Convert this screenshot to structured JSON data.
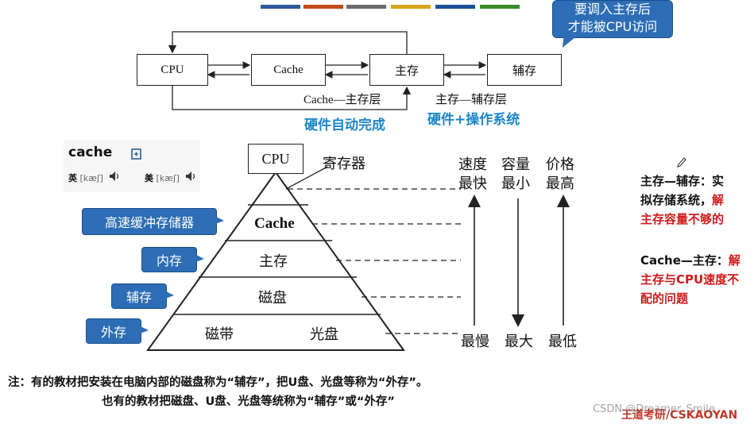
{
  "colorbar": [
    "#2b5c9a",
    "#c04a1a",
    "#6a6a6a",
    "#d9a21a",
    "#1f4f9a",
    "#3a8a2a"
  ],
  "callout_top": {
    "line1": "要调入主存后",
    "line2": "才能被CPU访问"
  },
  "top_diagram": {
    "boxes": {
      "cpu": "CPU",
      "cache": "Cache",
      "main": "主存",
      "aux": "辅存"
    },
    "label_cache_main": "Cache—主存层",
    "label_main_aux": "主存—辅存层",
    "note_hardware": "硬件自动完成",
    "note_hw_os": "硬件+操作系统"
  },
  "dictionary": {
    "word": "cache",
    "uk_label": "英",
    "uk_ipa": "[kæʃ]",
    "us_label": "美",
    "us_ipa": "[kæʃ]"
  },
  "pyramid": {
    "top": "CPU",
    "register_label": "寄存器",
    "level_cache": "Cache",
    "level_main": "主存",
    "level_disk": "磁盘",
    "level_tape": "磁带",
    "level_optical": "光盘"
  },
  "side_callouts": {
    "cache": "高速缓冲存储器",
    "memory": "内存",
    "aux": "辅存",
    "external": "外存"
  },
  "axes": {
    "speed_top": "速度",
    "speed_top2": "最快",
    "cap_top": "容量",
    "cap_top2": "最小",
    "price_top": "价格",
    "price_top2": "最高",
    "speed_bottom": "最慢",
    "cap_bottom": "最大",
    "price_bottom": "最低"
  },
  "right_notes": {
    "n1_line1": "主存—辅存：实",
    "n1_line2a": "拟存储系统，",
    "n1_line2b": "解",
    "n1_line3": "主存容量不够的",
    "n2_line1a": "Cache—主存：",
    "n2_line1b": "解",
    "n2_line2": "主存与CPU速度不",
    "n2_line3": "配的问题"
  },
  "bottom_note": {
    "line1": "注：有的教材把安装在电脑内部的磁盘称为“辅存”，把U盘、光盘等称为“外存”。",
    "line2": "也有的教材把磁盘、U盘、光盘等统称为“辅存”或“外存”"
  },
  "watermark": "CSDN @Dreamer_Smile",
  "brand": "王道考研/CSKAOYAN"
}
